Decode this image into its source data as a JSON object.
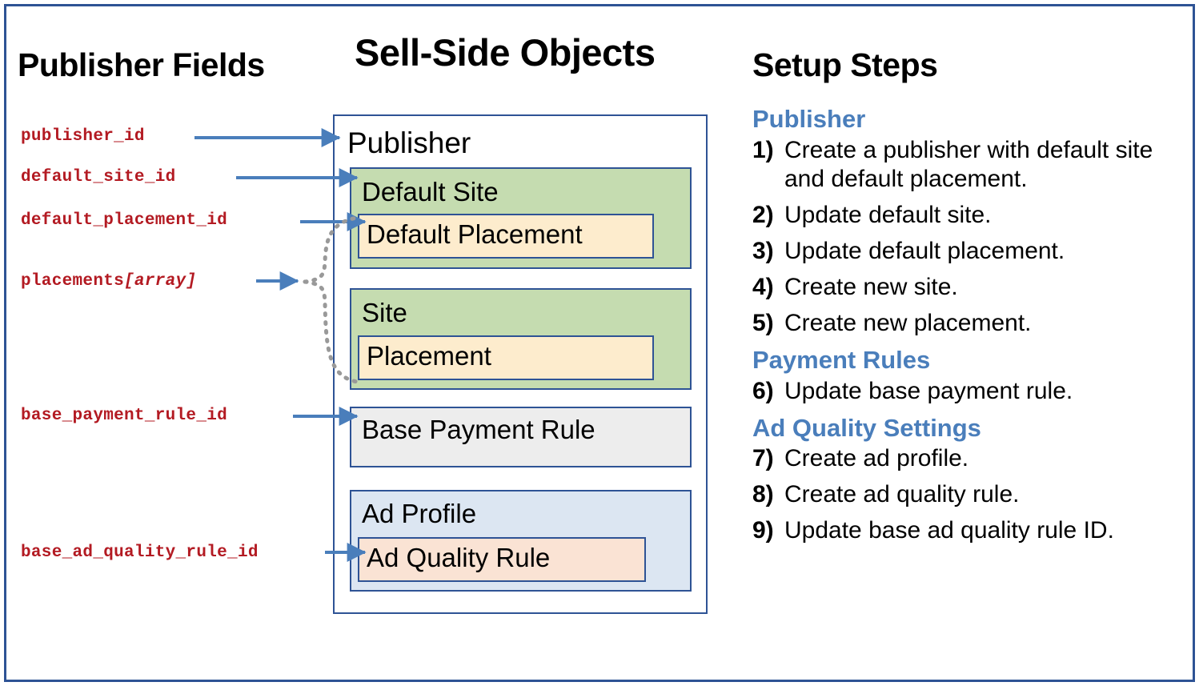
{
  "figure": {
    "frame_color": "#2e5395",
    "accent_blue": "#4a7ebb",
    "field_red": "#b31a22",
    "green_fill": "#c5dcb0",
    "cream_fill": "#fdeccd",
    "gray_fill": "#ededed",
    "lightblue_fill": "#dce6f2",
    "peach_fill": "#fae3d4"
  },
  "columns": {
    "publisher_fields_title": "Publisher Fields",
    "sellside_title": "Sell-Side Objects",
    "setup_title": "Setup Steps"
  },
  "publisher_fields": [
    {
      "name": "publisher_id",
      "suffix": ""
    },
    {
      "name": "default_site_id",
      "suffix": ""
    },
    {
      "name": "default_placement_id",
      "suffix": ""
    },
    {
      "name": "placements",
      "suffix": "[array]"
    },
    {
      "name": "base_payment_rule_id",
      "suffix": ""
    },
    {
      "name": "base_ad_quality_rule_id",
      "suffix": ""
    }
  ],
  "sellside": {
    "publisher": "Publisher",
    "default_site": "Default Site",
    "default_placement": "Default Placement",
    "site": "Site",
    "placement": "Placement",
    "base_payment_rule": "Base Payment Rule",
    "ad_profile": "Ad Profile",
    "ad_quality_rule": "Ad Quality Rule"
  },
  "setup_steps": {
    "sections": [
      {
        "heading": "Publisher",
        "steps": [
          {
            "num": "1)",
            "text": "Create a publisher with default site and default placement."
          },
          {
            "num": "2)",
            "text": "Update default site."
          },
          {
            "num": "3)",
            "text": "Update default placement."
          },
          {
            "num": "4)",
            "text": "Create new site."
          },
          {
            "num": "5)",
            "text": "Create new placement."
          }
        ]
      },
      {
        "heading": "Payment Rules",
        "steps": [
          {
            "num": "6)",
            "text": "Update base payment rule."
          }
        ]
      },
      {
        "heading": "Ad Quality Settings",
        "steps": [
          {
            "num": "7)",
            "text": "Create ad profile."
          },
          {
            "num": "8)",
            "text": "Create ad quality rule."
          },
          {
            "num": "9)",
            "text": "Update base ad quality rule ID."
          }
        ]
      }
    ]
  }
}
